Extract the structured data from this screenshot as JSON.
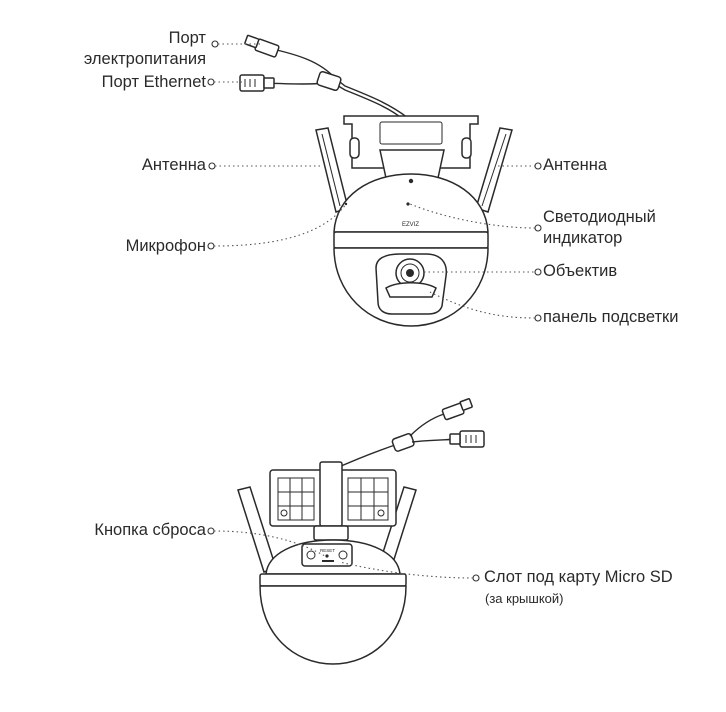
{
  "labels": {
    "power_port": "Порт\nэлектропитания",
    "ethernet_port": "Порт Ethernet",
    "antenna_left": "Антенна",
    "antenna_right": "Антенна",
    "microphone": "Микрофон",
    "led_indicator": "Светодиодный\nиндикатор",
    "lens": "Объектив",
    "light_panel": "панель подсветки",
    "reset_button": "Кнопка сброса",
    "sd_slot": "Слот под карту Micro SD",
    "sd_slot_note": "(за крышкой)"
  },
  "device": {
    "brand_mark": "EZVIZ",
    "reset_text": "RESET"
  }
}
